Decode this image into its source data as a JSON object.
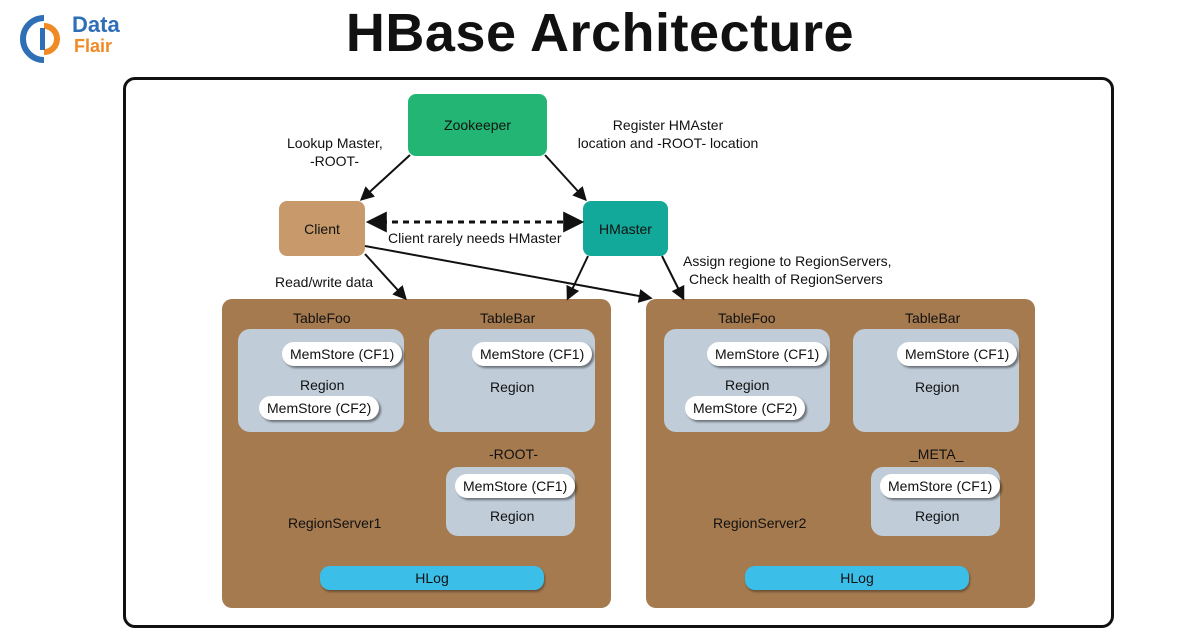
{
  "page": {
    "title": "HBase Architecture"
  },
  "logo": {
    "line1": "Data",
    "line2": "Flair"
  },
  "nodes": {
    "zookeeper": "Zookeeper",
    "client": "Client",
    "hmaster": "HMaster"
  },
  "edge_labels": {
    "lookup_master": "Lookup Master,",
    "lookup_root": "-ROOT-",
    "register_1": "Register HMAster",
    "register_2": "location and -ROOT- location",
    "client_rarely": "Client rarely needs HMaster",
    "read_write": "Read/write data",
    "assign_1": "Assign regione to RegionServers,",
    "assign_2": "Check health of RegionServers"
  },
  "region_servers": [
    {
      "name": "RegionServer1",
      "table_foo": "TableFoo",
      "table_bar": "TableBar",
      "foo_mem1": "MemStore (CF1)",
      "foo_region": "Region",
      "foo_mem2": "MemStore (CF2)",
      "bar_mem1": "MemStore (CF1)",
      "bar_region": "Region",
      "special_table": "-ROOT-",
      "special_mem": "MemStore (CF1)",
      "special_region": "Region",
      "hlog": "HLog"
    },
    {
      "name": "RegionServer2",
      "table_foo": "TableFoo",
      "table_bar": "TableBar",
      "foo_mem1": "MemStore (CF1)",
      "foo_region": "Region",
      "foo_mem2": "MemStore (CF2)",
      "bar_mem1": "MemStore (CF1)",
      "bar_region": "Region",
      "special_table": "_META_",
      "special_mem": "MemStore (CF1)",
      "special_region": "Region",
      "hlog": "HLog"
    }
  ],
  "colors": {
    "zookeeper": "#22b573",
    "client": "#c8996a",
    "hmaster": "#12a99a",
    "region_server": "#a57a4f",
    "region": "#c0ccd8",
    "hlog": "#3bbfe8"
  }
}
